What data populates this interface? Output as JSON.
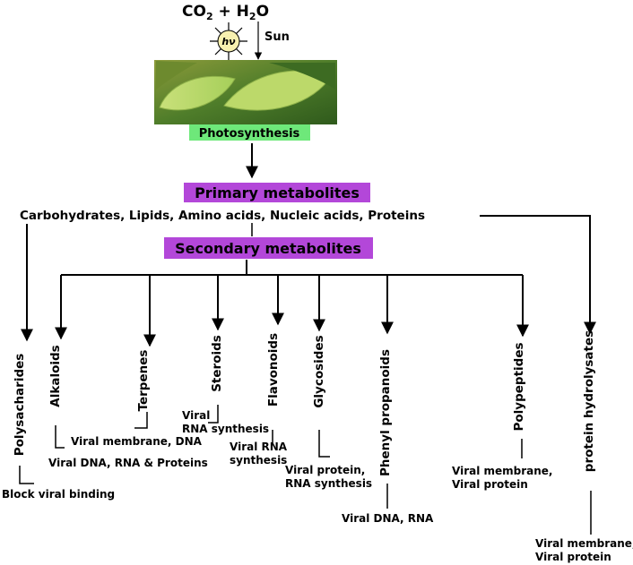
{
  "formula": {
    "co2": "CO",
    "co2_sub": "2",
    "plus": " + H",
    "h2o_sub": "2",
    "o": "O"
  },
  "sun": {
    "hv_label": "hν",
    "sun_label": "Sun"
  },
  "photo": {
    "caption": "Photosynthesis",
    "caption_color": "#6ee87a"
  },
  "primary": {
    "label": "Primary metabolites",
    "box_color": "#b347d9",
    "list": "Carbohydrates, Lipids, Amino acids, Nucleic acids, Proteins"
  },
  "secondary": {
    "label": "Secondary metabolites",
    "box_color": "#b347d9"
  },
  "branches": [
    {
      "name": "Polysacharides",
      "effect": [
        "Block viral binding"
      ]
    },
    {
      "name": "Alkaloids",
      "effect": [
        "Viral DNA, RNA & Proteins"
      ]
    },
    {
      "name": "Terpenes",
      "effect": [
        "Viral membrane, DNA"
      ]
    },
    {
      "name": "Steroids",
      "effect": [
        "Viral",
        "RNA synthesis"
      ]
    },
    {
      "name": "Flavonoids",
      "effect": [
        "Viral RNA",
        "synthesis"
      ]
    },
    {
      "name": "Glycosides",
      "effect": [
        "Viral protein,",
        "RNA synthesis"
      ]
    },
    {
      "name": "Phenyl propanoids",
      "effect": [
        "Viral DNA, RNA"
      ]
    },
    {
      "name": "Polypeptides",
      "effect": [
        "Viral membrane,",
        "Viral protein"
      ]
    },
    {
      "name": "protein hydrolysates",
      "effect": [
        "Viral membrane,",
        "Viral protein"
      ]
    }
  ]
}
